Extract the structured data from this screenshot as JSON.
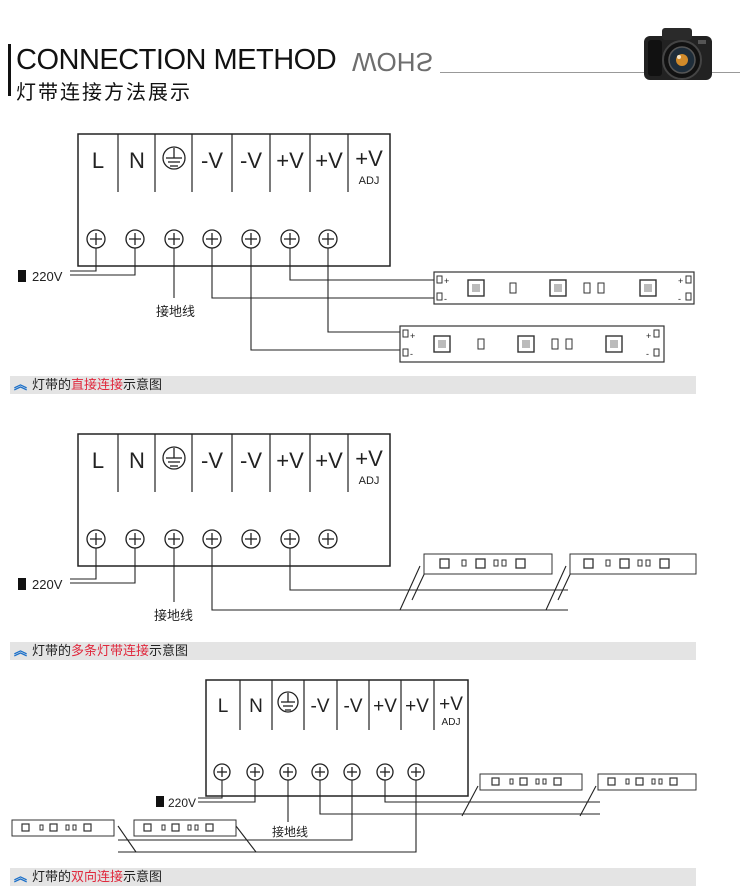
{
  "header": {
    "title_en": "CONNECTION METHOD",
    "title_mirror": "WOHS",
    "title_cn": "灯带连接方法展示"
  },
  "terminal_labels": [
    "L",
    "N",
    "",
    "-V",
    "-V",
    "+V",
    "+V",
    "+V"
  ],
  "adj_label": "ADJ",
  "voltage_label": "220V",
  "ground_label": "接地线",
  "captions": [
    {
      "prefix": "灯带的",
      "highlight": "直接连接",
      "suffix": "示意图"
    },
    {
      "prefix": "灯带的",
      "highlight": "多条灯带连接",
      "suffix": "示意图"
    },
    {
      "prefix": "灯带的",
      "highlight": "双向连接",
      "suffix": "示意图"
    }
  ],
  "strip_polarity": {
    "plus": "+",
    "minus": "-"
  },
  "colors": {
    "accent_blue": "#1a6fc9",
    "highlight_red": "#e0283c",
    "caption_bg": "#e4e4e4"
  }
}
